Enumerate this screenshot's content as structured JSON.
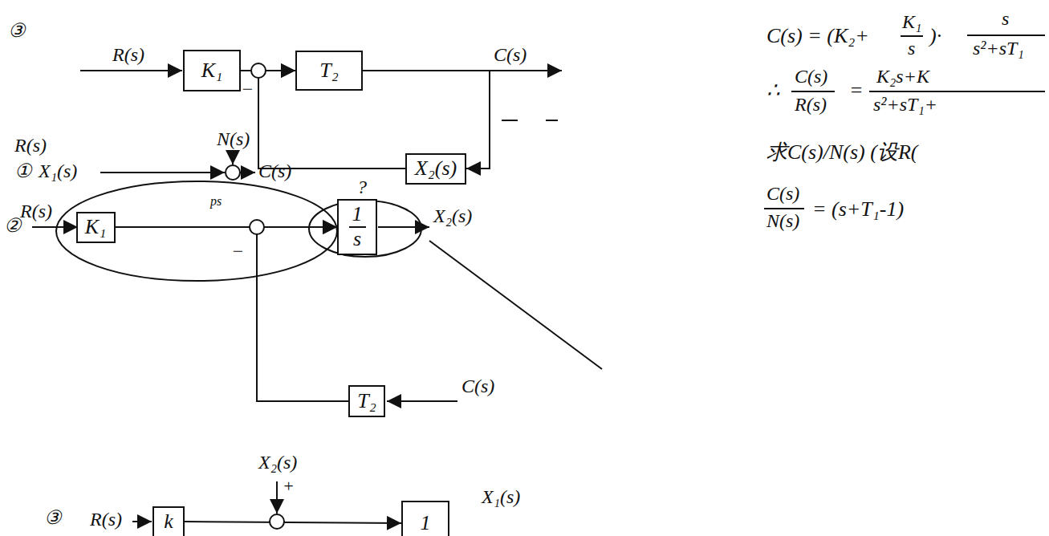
{
  "diagram": {
    "nodes": [
      {
        "text": [
          "K₁"
        ]
      },
      {
        "text": [
          "T₂"
        ]
      },
      {
        "text": [
          "X₂(s)"
        ]
      },
      {
        "text": [
          "K₁"
        ]
      },
      {
        "text": [
          "1",
          "s"
        ]
      },
      {
        "text": [
          "T₂"
        ]
      },
      {
        "text": [
          "k"
        ]
      },
      {
        "text": [
          "1"
        ]
      }
    ],
    "edges": [
      {
        "from": 0,
        "to": 1,
        "arrow": "to"
      },
      {
        "from": 2,
        "to": 1,
        "arrow": "to"
      },
      {
        "from": 1,
        "to": 2,
        "arrow": "to"
      },
      {
        "from": 3,
        "to": 4,
        "arrow": "to"
      },
      {
        "from": 5,
        "to": 4,
        "arrow": "to"
      },
      {
        "from": 6,
        "to": 7,
        "arrow": "to"
      }
    ],
    "labels": [
      "③",
      "R(s)",
      "C(s)",
      "−",
      "R(s)",
      "①",
      "X₁(s)",
      "N(s)",
      "C(s)",
      "②",
      "R(s)",
      "ps",
      "?",
      "X₂(s)",
      "−",
      "C(s)",
      "③",
      "R(s)",
      "X₂(s)",
      "+",
      "X₁(s)",
      "C(s) = (K₂+",
      "K₁",
      "s",
      ")·",
      "s",
      "s²+sT₁",
      "∴",
      "C(s)",
      "R(s)",
      "=",
      "K₂s+K",
      "s²+sT₁+",
      "求C(s)/N(s) (设R(",
      "C(s)",
      "N(s)",
      "= (s+T₁-1)"
    ]
  }
}
